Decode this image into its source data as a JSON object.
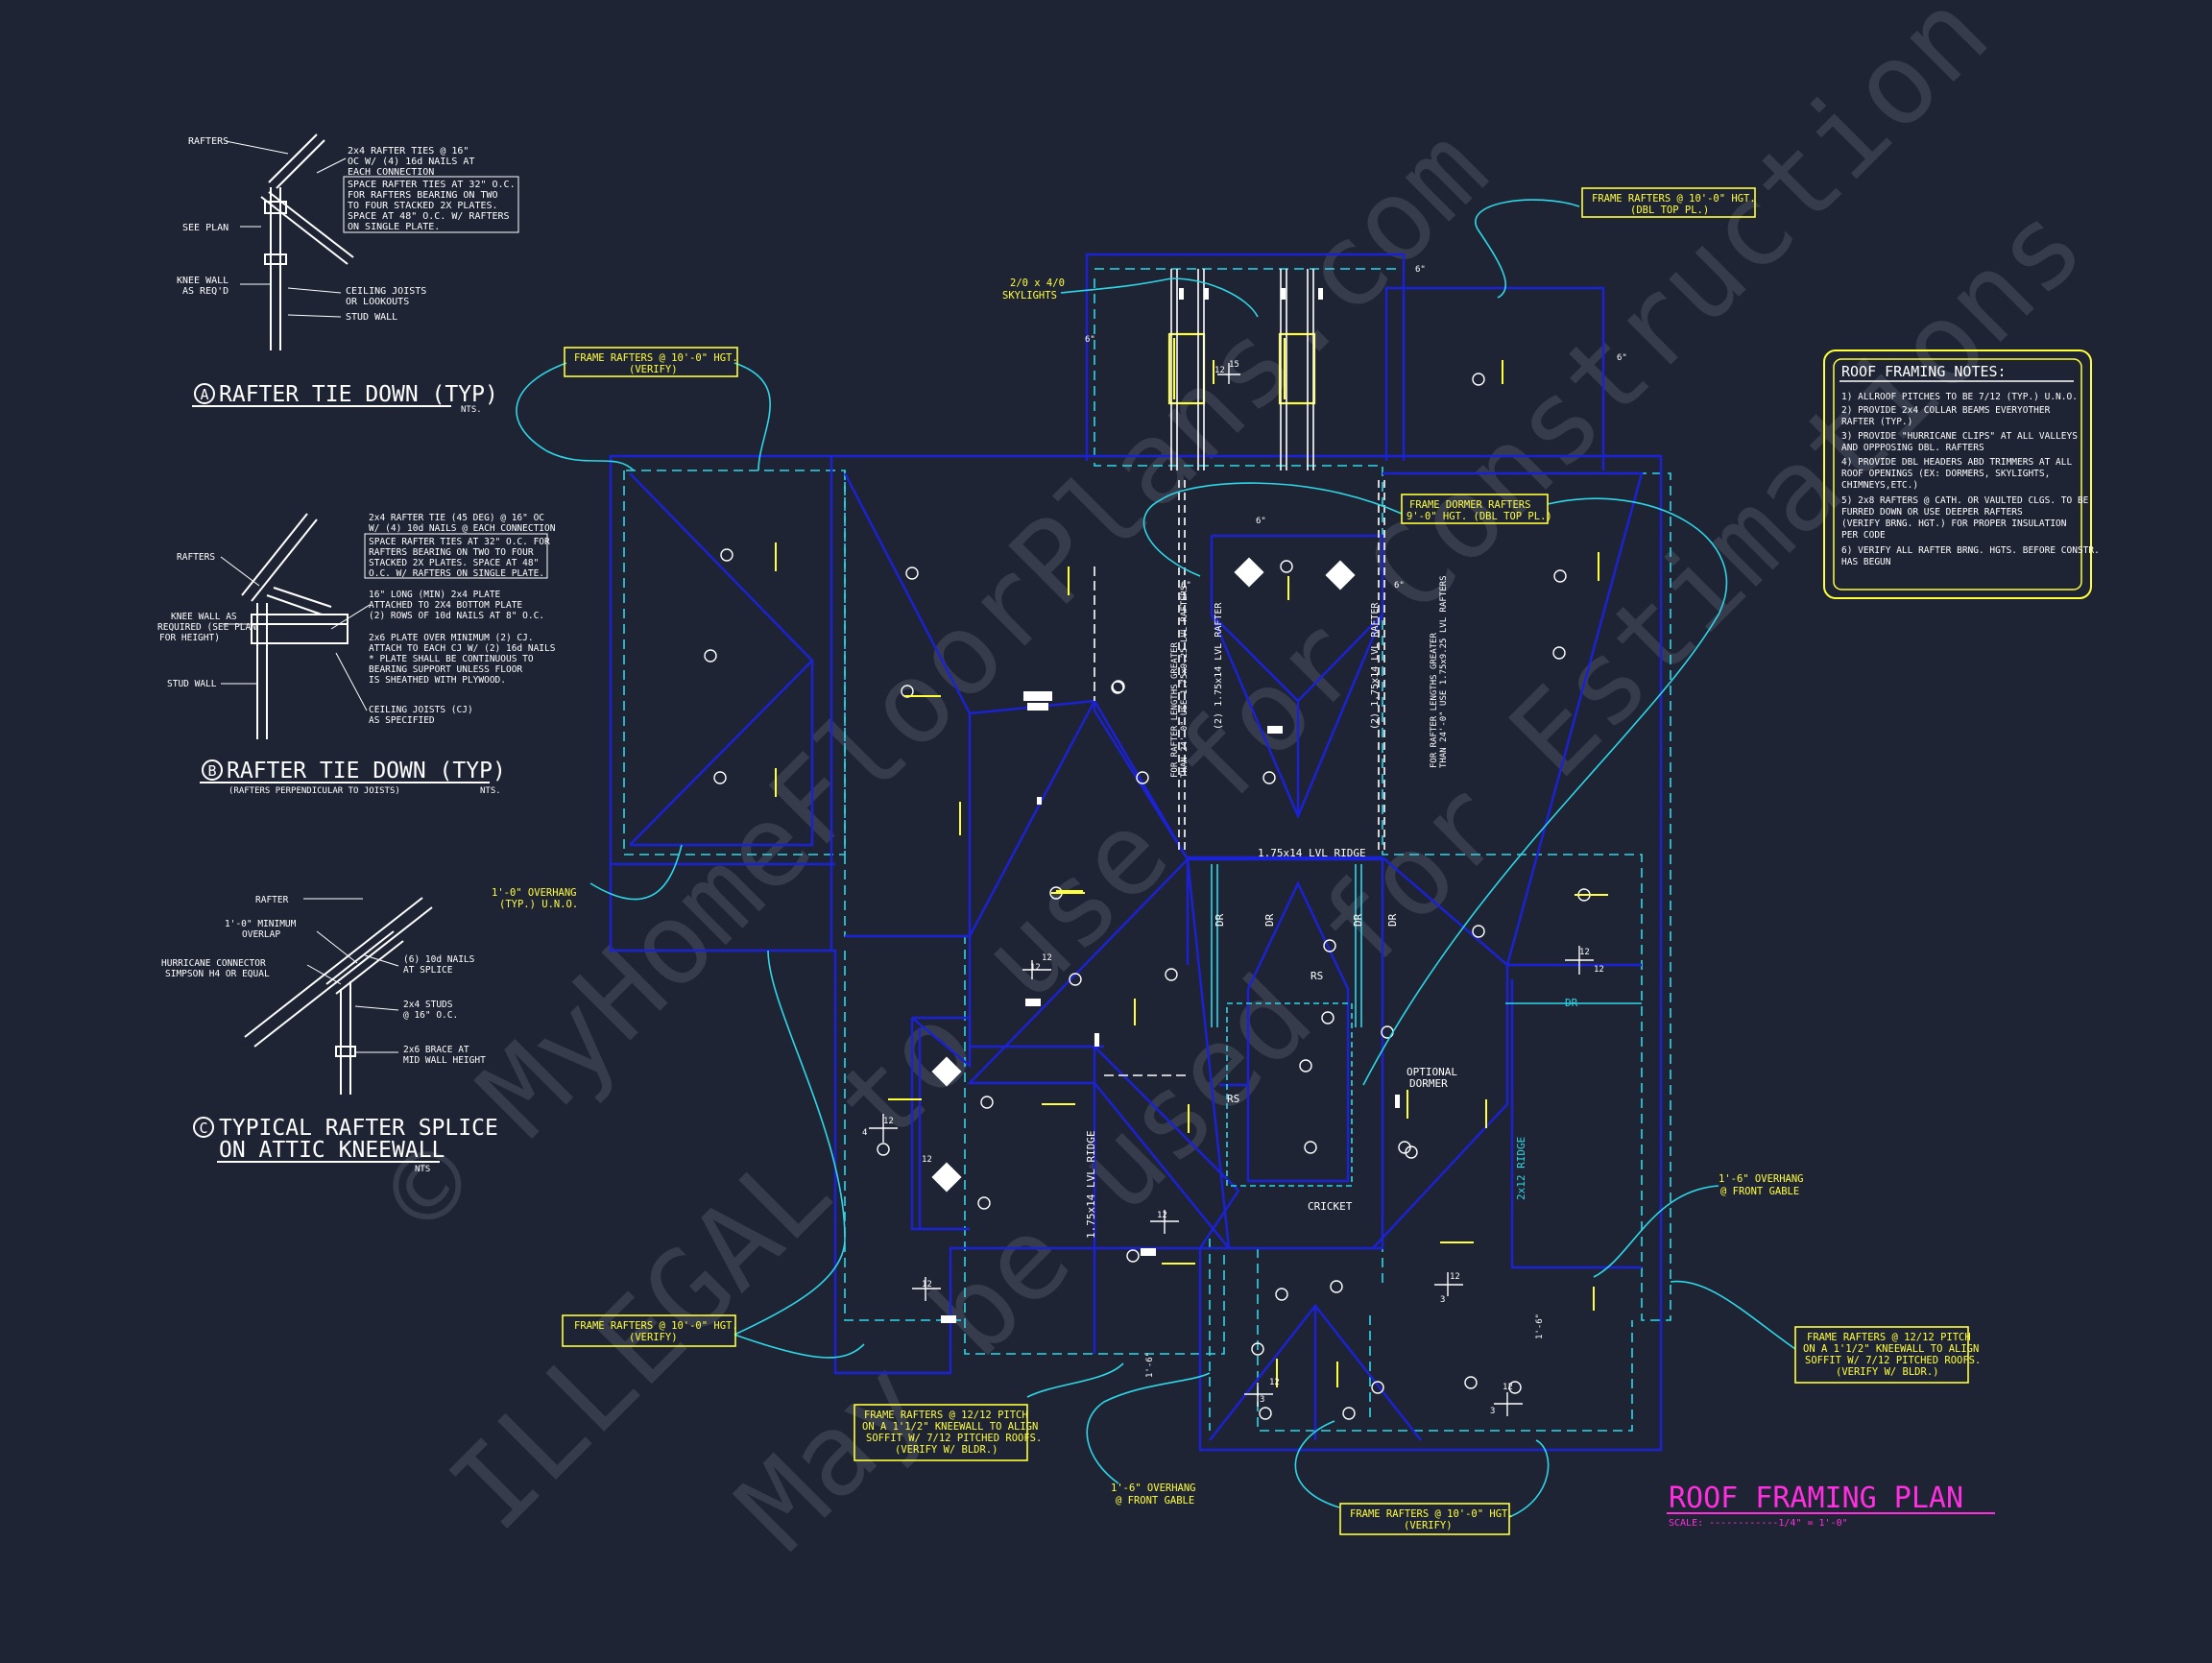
{
  "colors": {
    "background": "#1f2434",
    "roof_lines": "#1b22d6",
    "dashed_walls": "#2fd6e6",
    "leaders": "#2fd6e6",
    "callout_text": "#ffff3a",
    "white_text": "#ffffff",
    "title_magenta": "#ff2fe0",
    "watermark": "#8a90a6"
  },
  "detail_a": {
    "labels": [
      "RAFTERS",
      "SEE PLAN",
      "KNEE WALL",
      "AS REQ'D",
      "CEILING JOISTS",
      "OR LOOKOUTS",
      "STUD WALL"
    ],
    "note": [
      "2x4 RAFTER TIES @ 16\"",
      "OC W/ (4) 16d NAILS AT",
      "EACH CONNECTION"
    ],
    "boxed_note": [
      "SPACE RAFTER TIES AT 32\" O.C.",
      "FOR RAFTERS BEARING ON TWO",
      "TO FOUR STACKED 2X PLATES.",
      "SPACE AT 48\" O.C. W/ RAFTERS",
      "ON SINGLE PLATE."
    ],
    "letter": "A",
    "title": "RAFTER TIE DOWN (TYP)",
    "scale": "NTS."
  },
  "detail_b": {
    "labels_left": [
      "RAFTERS",
      "KNEE WALL AS",
      "REQUIRED (SEE PLAN",
      "FOR HEIGHT)",
      "STUD WALL"
    ],
    "note": [
      "2x4 RAFTER TIE (45 DEG) @ 16\" OC",
      "W/ (4) 10d NAILS @ EACH CONNECTION"
    ],
    "boxed_note": [
      "SPACE RAFTER TIES AT 32\" O.C. FOR",
      "RAFTERS BEARING ON TWO TO FOUR",
      "STACKED 2X PLATES. SPACE AT 48\"",
      "O.C. W/ RAFTERS ON SINGLE PLATE."
    ],
    "note2": [
      "16\" LONG (MIN) 2x4 PLATE",
      "ATTACHED TO 2X4 BOTTOM PLATE",
      "(2) ROWS OF 10d NAILS AT 8\" O.C."
    ],
    "note3": [
      "2x6 PLATE OVER MINIMUM (2) CJ.",
      "ATTACH TO EACH CJ W/ (2) 16d NAILS",
      "* PLATE SHALL BE CONTINUOUS TO",
      "BEARING SUPPORT UNLESS FLOOR",
      "IS SHEATHED WITH PLYWOOD."
    ],
    "note4": [
      "CEILING JOISTS (CJ)",
      "AS SPECIFIED"
    ],
    "letter": "B",
    "title": "RAFTER TIE DOWN (TYP)",
    "subtitle": "(RAFTERS PERPENDICULAR TO JOISTS)",
    "scale": "NTS."
  },
  "detail_c": {
    "labels_left": [
      "RAFTER",
      "1'-0\" MINIMUM",
      "OVERLAP",
      "HURRICANE CONNECTOR",
      "SIMPSON H4 OR EQUAL"
    ],
    "labels_right": [
      "(6) 10d NAILS",
      "AT SPLICE",
      "2x4 STUDS",
      "@ 16\" O.C.",
      "2x6 BRACE AT",
      "MID WALL HEIGHT"
    ],
    "letter": "C",
    "title1": "TYPICAL RAFTER SPLICE",
    "title2": "ON ATTIC KNEEWALL",
    "scale": "NTS"
  },
  "notes": {
    "title": "ROOF FRAMING NOTES:",
    "items": [
      "1) ALLROOF PITCHES TO BE  7/12 (TYP.) U.N.O.",
      "2) PROVIDE 2x4 COLLAR BEAMS EVERYOTHER",
      "    RAFTER (TYP.)",
      "3) PROVIDE \"HURRICANE CLIPS\" AT ALL VALLEYS",
      "    AND OPPPOSING DBL. RAFTERS",
      "4) PROVIDE DBL HEADERS ABD TRIMMERS AT ALL",
      "    ROOF OPENINGS (EX: DORMERS, SKYLIGHTS,",
      "    CHIMNEYS,ETC.)",
      "5) 2x8 RAFTERS @ CATH. OR VAULTED CLGS. TO BE",
      "    FURRED DOWN OR USE DEEPER RAFTERS",
      "    (VERIFY BRNG. HGT.) FOR PROPER INSULATION",
      "    PER CODE",
      "6) VERIFY ALL RAFTER BRNG. HGTS. BEFORE CONSTR.",
      "    HAS BEGUN"
    ]
  },
  "callouts": {
    "skylights": [
      "2/0 x 4/0",
      "SKYLIGHTS"
    ],
    "top_right": [
      "FRAME RAFTERS @ 10'-0\" HGT.",
      "(DBL TOP PL.)"
    ],
    "top_left": [
      "FRAME RAFTERS @ 10'-0\" HGT.",
      "(VERIFY)"
    ],
    "dormer": [
      "FRAME DORMER RAFTERS",
      "9'-0\" HGT. (DBL TOP PL.)"
    ],
    "overhang_left": [
      "1'-0\" OVERHANG",
      "(TYP.) U.N.O."
    ],
    "bottom_left": [
      "FRAME RAFTERS @ 10'-0\" HGT.",
      "(VERIFY)"
    ],
    "bottom_center": [
      "FRAME RAFTERS @ 12/12 PITCH",
      "ON A 1'1/2\" KNEEWALL TO ALIGN",
      "SOFFIT W/ 7/12 PITCHED ROOFS.",
      "(VERIFY W/ BLDR.)"
    ],
    "overhang_bottom": [
      "1'-6\" OVERHANG",
      "@ FRONT GABLE"
    ],
    "bottom_right": [
      "FRAME RAFTERS @ 10'-0\" HGT.",
      "(VERIFY)"
    ],
    "overhang_right": [
      "1'-6\" OVERHANG",
      "@ FRONT GABLE"
    ],
    "right_pitch": [
      "FRAME RAFTERS @ 12/12 PITCH",
      "ON A 1'1/2\" KNEEWALL TO ALIGN",
      "SOFFIT W/ 7/12 PITCHED ROOFS.",
      "(VERIFY W/ BLDR.)"
    ]
  },
  "plan_labels": {
    "ridge_main": "1.75x14 LVL RIDGE",
    "ridge_left": "1.75x14 LVL RIDGE",
    "ridge_right": "2x12 RIDGE",
    "lvl_rafter": "(2) 1.75x14 LVL RAFTER",
    "long_note_1": "FOR RAFTER LENGTHS GREATER",
    "long_note_2": "THAN 24'-0\" USE 1.75x9.25 LVL RAFTERS",
    "dr": "DR",
    "rs": "RS",
    "cricket": "CRICKET",
    "optional_dormer": [
      "OPTIONAL",
      "DORMER"
    ],
    "pitch_12": "12",
    "pitch_3": "3",
    "pitch_4": "4",
    "pitch_15": "15",
    "dim_1_6": "1'-6\"",
    "dim_6": "6\""
  },
  "title_block": {
    "title": "ROOF FRAMING PLAN",
    "scale": "SCALE: ------------1/4\" = 1'-0\""
  },
  "watermark": [
    "© MyHomeFloorPlans.com",
    "ILLEGAL to use for Construction",
    "May be used for Estimations"
  ]
}
